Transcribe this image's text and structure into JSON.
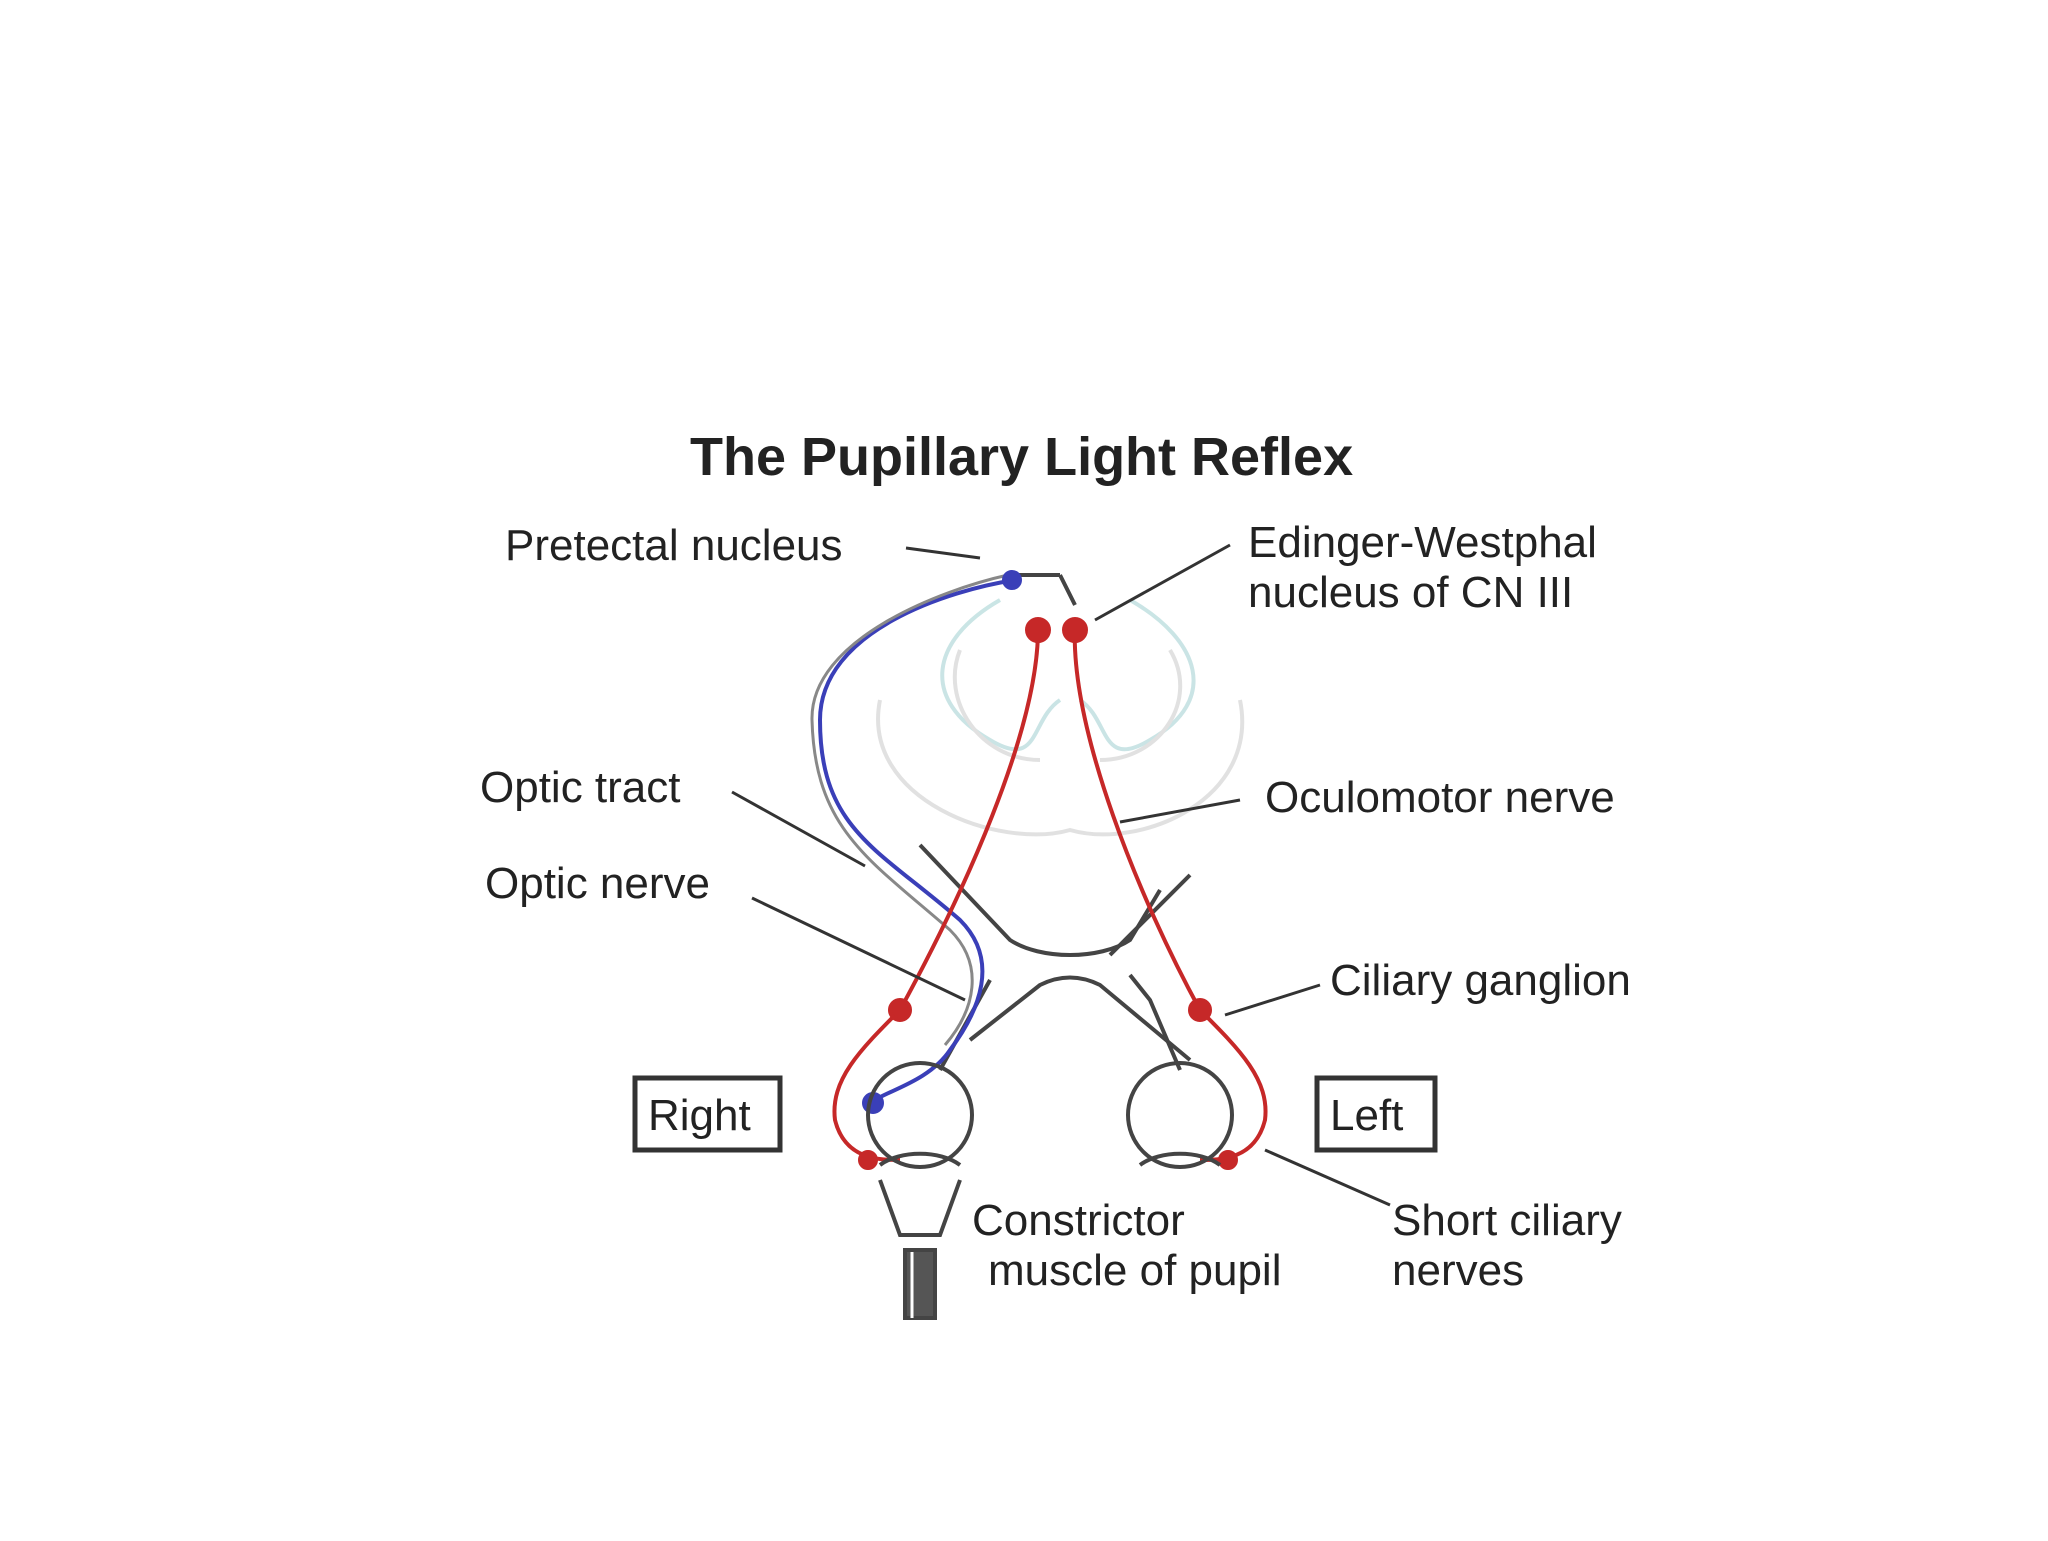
{
  "diagram": {
    "title": "The Pupillary Light Reflex",
    "labels": {
      "pretectal": "Pretectal nucleus",
      "edinger_line1": "Edinger-Westphal",
      "edinger_line2": "nucleus of CN III",
      "optic_tract": "Optic tract",
      "oculomotor": "Oculomotor nerve",
      "optic_nerve": "Optic nerve",
      "ciliary_ganglion": "Ciliary ganglion",
      "right": "Right",
      "left": "Left",
      "constrictor_line1": "Constrictor",
      "constrictor_line2": "muscle of pupil",
      "short_ciliary_line1": "Short ciliary",
      "short_ciliary_line2": "nerves"
    },
    "colors": {
      "afferent": "#3a3fb8",
      "efferent": "#c62828",
      "outline": "#444444",
      "brainstem": "#9fcfd0"
    }
  }
}
